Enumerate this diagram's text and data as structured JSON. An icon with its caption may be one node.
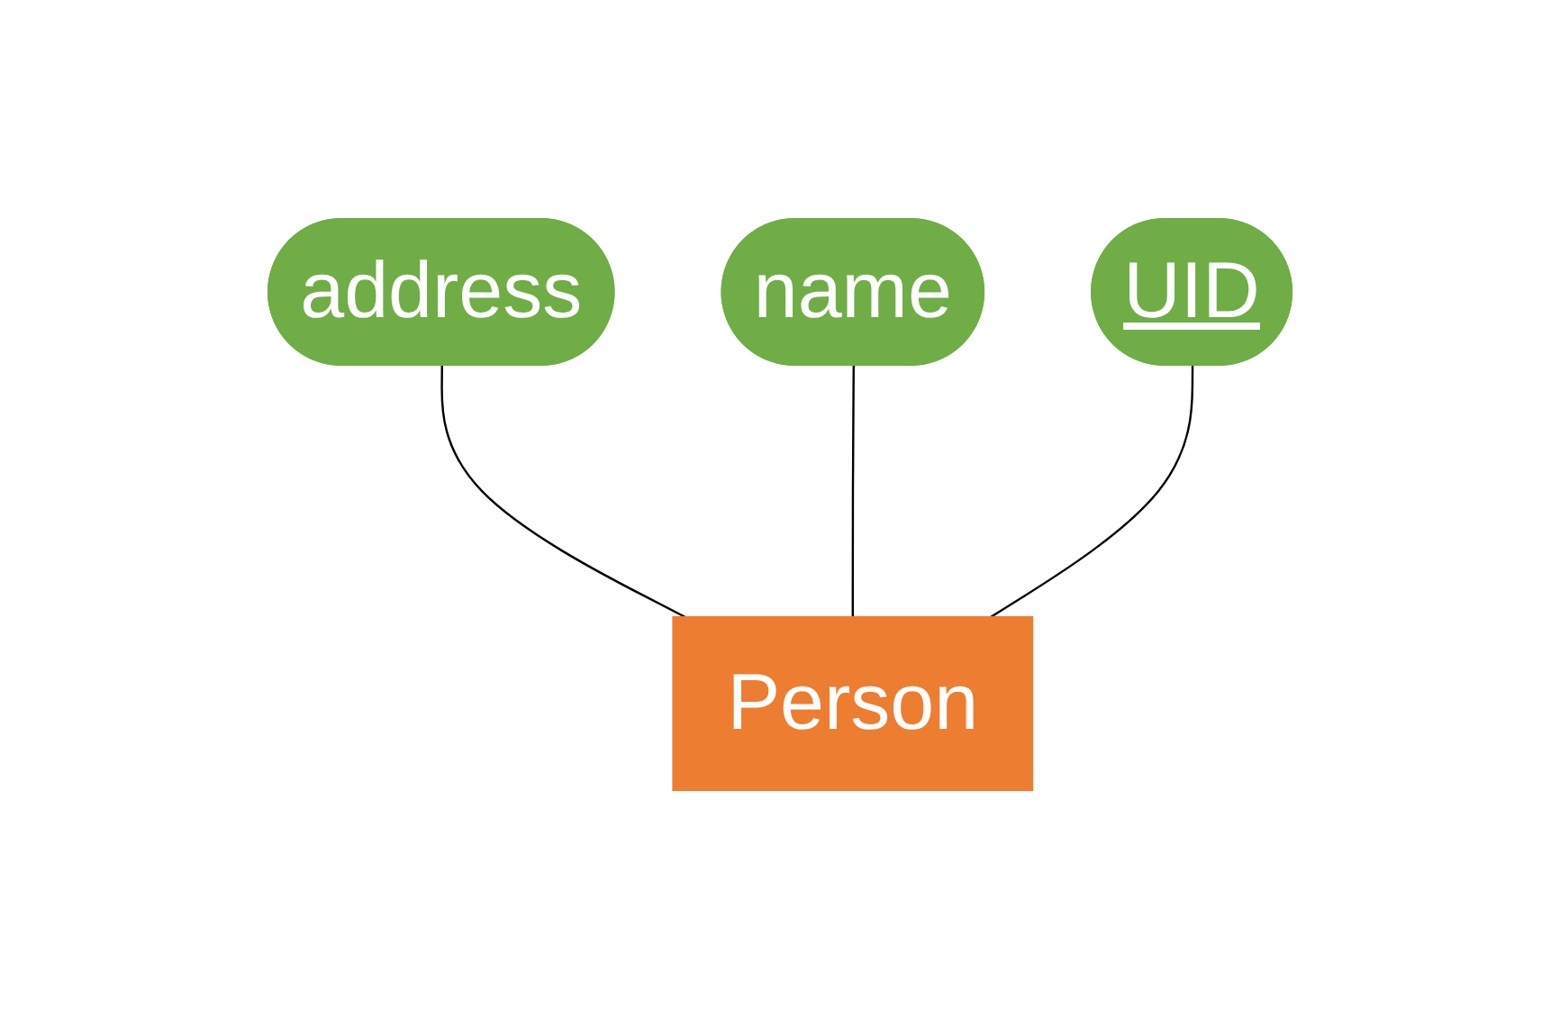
{
  "diagram": {
    "nodes": [
      {
        "text": [
          "address"
        ]
      },
      {
        "text": [
          "name"
        ]
      },
      {
        "text": [
          "UID"
        ]
      },
      {
        "text": [
          "Person"
        ]
      }
    ],
    "edges": [
      {
        "from": 0,
        "to": 3,
        "arrow": "none"
      },
      {
        "from": 1,
        "to": 3,
        "arrow": "none"
      },
      {
        "from": 2,
        "to": 3,
        "arrow": "none"
      }
    ]
  }
}
